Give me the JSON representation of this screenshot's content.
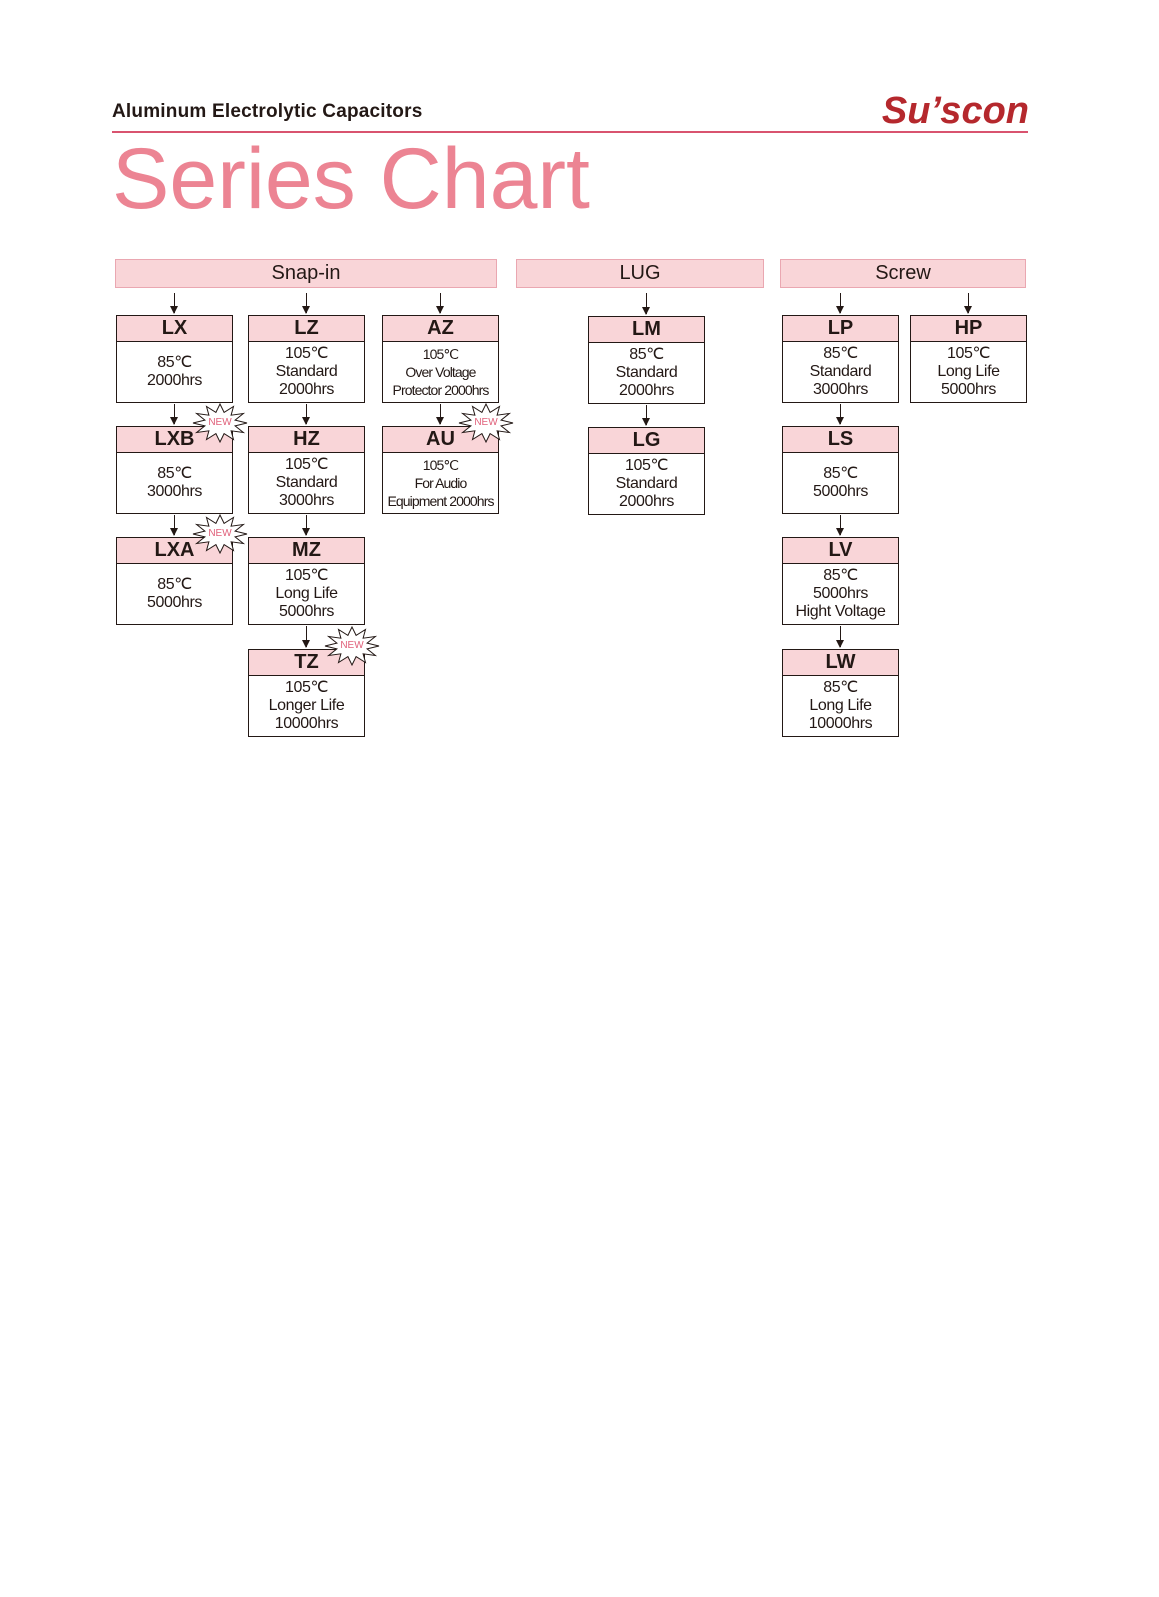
{
  "header": {
    "subtitle": "Aluminum Electrolytic Capacitors",
    "brand": "Su’scon",
    "title": "Series Chart"
  },
  "categories": [
    {
      "label": "Snap-in"
    },
    {
      "label": "LUG"
    },
    {
      "label": "Screw"
    }
  ],
  "new_badge": "NEW",
  "series": [
    {
      "name": "LX",
      "lines": [
        "85℃",
        "2000hrs"
      ],
      "new": false
    },
    {
      "name": "LXB",
      "lines": [
        "85℃",
        "3000hrs"
      ],
      "new": true
    },
    {
      "name": "LXA",
      "lines": [
        "85℃",
        "5000hrs"
      ],
      "new": true
    },
    {
      "name": "LZ",
      "lines": [
        "105℃",
        "Standard",
        "2000hrs"
      ],
      "new": false
    },
    {
      "name": "HZ",
      "lines": [
        "105℃",
        "Standard",
        "3000hrs"
      ],
      "new": false
    },
    {
      "name": "MZ",
      "lines": [
        "105℃",
        "Long Life",
        "5000hrs"
      ],
      "new": false
    },
    {
      "name": "TZ",
      "lines": [
        "105℃",
        "Longer Life",
        "10000hrs"
      ],
      "new": true
    },
    {
      "name": "AZ",
      "lines": [
        "105℃",
        "Over Voltage",
        "Protector 2000hrs"
      ],
      "new": false
    },
    {
      "name": "AU",
      "lines": [
        "105℃",
        "For Audio",
        "Equipment 2000hrs"
      ],
      "new": true
    },
    {
      "name": "LM",
      "lines": [
        "85℃",
        "Standard",
        "2000hrs"
      ],
      "new": false
    },
    {
      "name": "LG",
      "lines": [
        "105℃",
        "Standard",
        "2000hrs"
      ],
      "new": false
    },
    {
      "name": "LP",
      "lines": [
        "85℃",
        "Standard",
        "3000hrs"
      ],
      "new": false
    },
    {
      "name": "LS",
      "lines": [
        "85℃",
        "5000hrs"
      ],
      "new": false
    },
    {
      "name": "LV",
      "lines": [
        "85℃",
        "5000hrs",
        "Hight Voltage"
      ],
      "new": false
    },
    {
      "name": "LW",
      "lines": [
        "85℃",
        "Long Life",
        "10000hrs"
      ],
      "new": false
    },
    {
      "name": "HP",
      "lines": [
        "105℃",
        "Long Life",
        "5000hrs"
      ],
      "new": false
    }
  ]
}
